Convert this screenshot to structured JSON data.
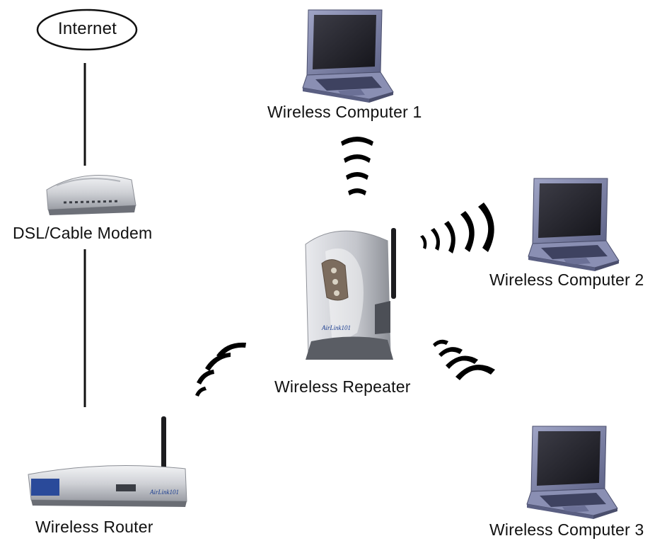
{
  "nodes": {
    "internet": "Internet",
    "modem": "DSL/Cable Modem",
    "computer1": "Wireless Computer 1",
    "computer2": "Wireless Computer 2",
    "computer3": "Wireless Computer 3",
    "repeater": "Wireless Repeater",
    "router": "Wireless Router"
  },
  "connections": [
    {
      "from": "Internet",
      "to": "DSL/Cable Modem",
      "kind": "wired"
    },
    {
      "from": "DSL/Cable Modem",
      "to": "Wireless Router",
      "kind": "wired"
    },
    {
      "from": "Wireless Router",
      "to": "Wireless Repeater",
      "kind": "wireless"
    },
    {
      "from": "Wireless Repeater",
      "to": "Wireless Computer 1",
      "kind": "wireless"
    },
    {
      "from": "Wireless Repeater",
      "to": "Wireless Computer 2",
      "kind": "wireless"
    },
    {
      "from": "Wireless Repeater",
      "to": "Wireless Computer 3",
      "kind": "wireless"
    }
  ],
  "colors": {
    "laptop_body": "#7a80a8",
    "laptop_screen": "#2a2a33",
    "device_silver": "#c9cbd0",
    "router_badge": "#2a4a9a",
    "line": "#111111"
  }
}
